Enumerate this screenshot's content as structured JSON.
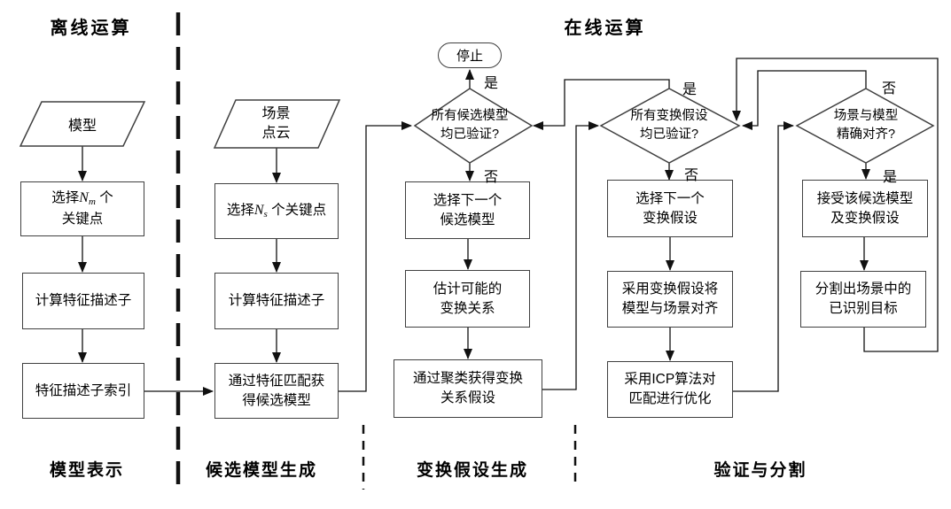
{
  "header": {
    "offline": "离线运算",
    "online": "在线运算"
  },
  "sections": {
    "model_representation": "模型表示",
    "candidate_generation": "候选模型生成",
    "hypothesis_generation": "变换假设生成",
    "verify_segment": "验证与分割"
  },
  "nodes": {
    "model": "模型",
    "scene_cloud": "场景\n点云",
    "select_nm": {
      "pre": "选择",
      "var": "N",
      "sub": "m",
      "post": " 个",
      "line2": "关键点"
    },
    "compute_desc_model": "计算特征描述子",
    "desc_index": "特征描述子索引",
    "select_ns": {
      "pre": "选择",
      "var": "N",
      "sub": "s",
      "post": " 个关键点"
    },
    "compute_desc_scene": "计算特征描述子",
    "match_candidates": "通过特征匹配获\n得候选模型",
    "stop": "停止",
    "decision_candidates": "所有候选模型\n均已验证?",
    "next_candidate": "选择下一个\n候选模型",
    "estimate_transform": "估计可能的\n变换关系",
    "cluster_hypotheses": "通过聚类获得变换\n关系假设",
    "decision_hypotheses": "所有变换假设\n均已验证?",
    "next_hypothesis": "选择下一个\n变换假设",
    "align_model_scene": "采用变换假设将\n模型与场景对齐",
    "icp_refine": "采用ICP算法对\n匹配进行优化",
    "decision_aligned": "场景与模型\n精确对齐?",
    "accept_candidate": "接受该候选模型\n及变换假设",
    "segment_targets": "分割出场景中的\n已识别目标"
  },
  "edge_labels": {
    "yes": "是",
    "no": "否"
  },
  "colors": {
    "background": "#ffffff",
    "box_stroke": "#404040",
    "line": "#111111",
    "text": "#000000"
  }
}
